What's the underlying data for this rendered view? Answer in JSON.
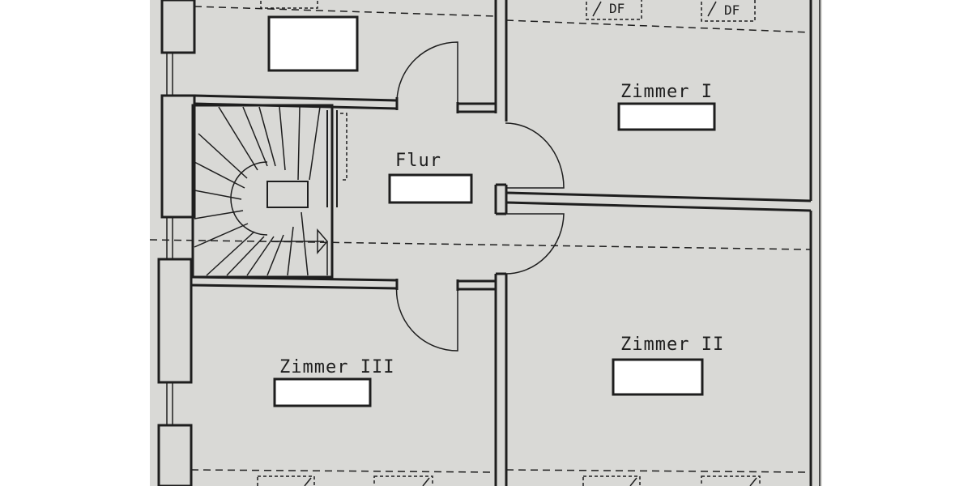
{
  "rooms": {
    "flur": "Flur",
    "zimmer_1": "Zimmer I",
    "zimmer_2": "Zimmer II",
    "zimmer_3": "Zimmer III"
  },
  "skylights": {
    "label": "DF"
  },
  "colors": {
    "paper": "#d9d9d6",
    "ink": "#1e1e1e",
    "redaction_fill": "#ffffff",
    "background": "#ffffff"
  }
}
